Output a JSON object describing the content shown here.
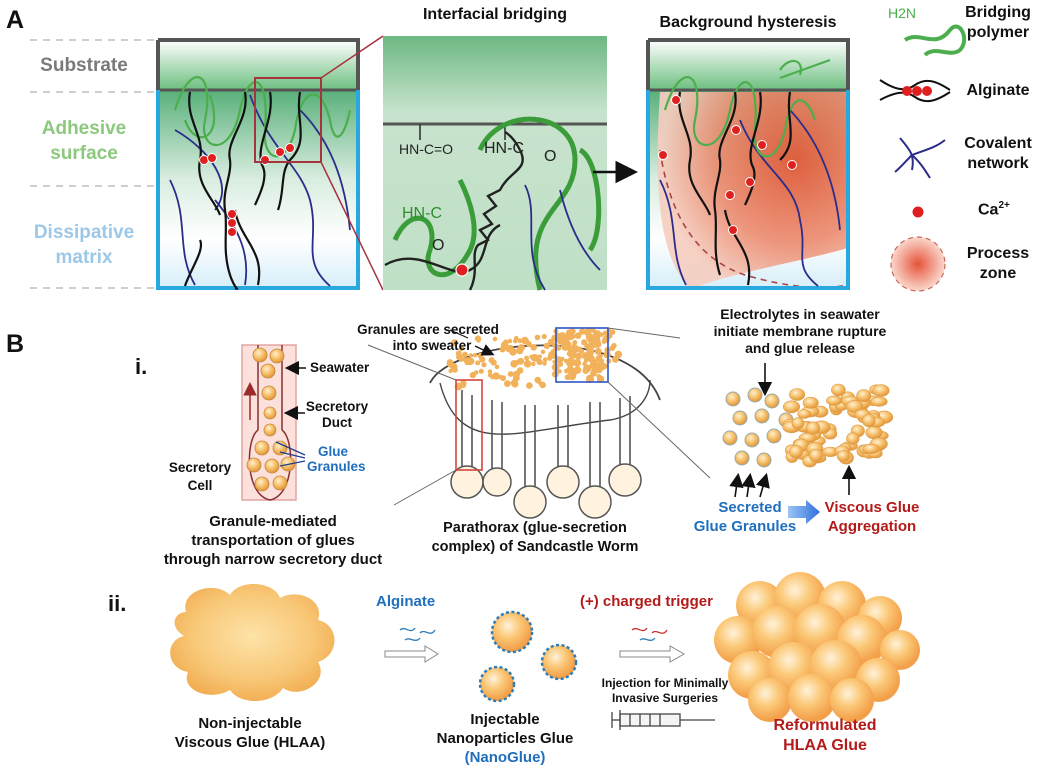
{
  "panel_a": {
    "label": "A",
    "left_labels": {
      "substrate": "Substrate",
      "adhesive_1": "Adhesive",
      "adhesive_2": "surface",
      "dissipative_1": "Dissipative",
      "dissipative_2": "matrix"
    },
    "headers": {
      "bridging": "Interfacial bridging",
      "hysteresis": "Background hysteresis"
    },
    "chem": {
      "amide_a": "HN-C=O",
      "amide_b": "HN-C",
      "amide_b_o": "O",
      "amide_c": "HN-C",
      "amide_c_o": "O"
    },
    "legend": {
      "bridging_polymer_1": "Bridging",
      "bridging_polymer_2": "polymer",
      "h2n": "H2N",
      "alginate": "Alginate",
      "covalent_1": "Covalent",
      "covalent_2": "network",
      "ca": "Ca",
      "ca_sup": "2+",
      "process_1": "Process",
      "process_2": "zone"
    }
  },
  "panel_b": {
    "label": "B",
    "sub_i": "i.",
    "sub_ii": "ii.",
    "duct": {
      "seawater": "Seawater",
      "secretory_duct_1": "Secretory",
      "secretory_duct_2": "Duct",
      "glue_granules_1": "Glue",
      "glue_granules_2": "Granules",
      "secretory_cell_1": "Secretory",
      "secretory_cell_2": "Cell",
      "caption_1": "Granule-mediated",
      "caption_2": "transportation of glues",
      "caption_3": "through narrow secretory duct"
    },
    "worm": {
      "granules_1": "Granules are secreted",
      "granules_2": "into sweater",
      "caption_1": "Parathorax (glue-secretion",
      "caption_2": "complex) of Sandcastle Worm"
    },
    "release": {
      "electrolytes_1": "Electrolytes in seawater",
      "electrolytes_2": "initiate membrane rupture",
      "electrolytes_3": "and glue release",
      "secreted_1": "Secreted",
      "secreted_2": "Glue Granules",
      "viscous_1": "Viscous Glue",
      "viscous_2": "Aggregation"
    },
    "ii": {
      "alginate": "Alginate",
      "trigger": "(+) charged trigger",
      "injection_1": "Injection for Minimally",
      "injection_2": "Invasive Surgeries",
      "noninjectable_1": "Non-injectable",
      "noninjectable_2": "Viscous Glue (HLAA)",
      "injectable_1": "Injectable",
      "injectable_2": "Nanoparticles Glue",
      "injectable_3": "(NanoGlue)",
      "reformulated_1": "Reformulated",
      "reformulated_2": "HLAA Glue"
    }
  },
  "colors": {
    "substrate_frame": "#555555",
    "matrix_frame": "#29a8e0",
    "zoom_frame": "#a6343f",
    "bridging_polymer": "#3a9d3a",
    "covalent": "#2c2c8a",
    "calcium": "#e02020",
    "granule": "#f2b25c",
    "accent_blue": "#1f6fbd",
    "accent_red": "#b31b1b"
  }
}
